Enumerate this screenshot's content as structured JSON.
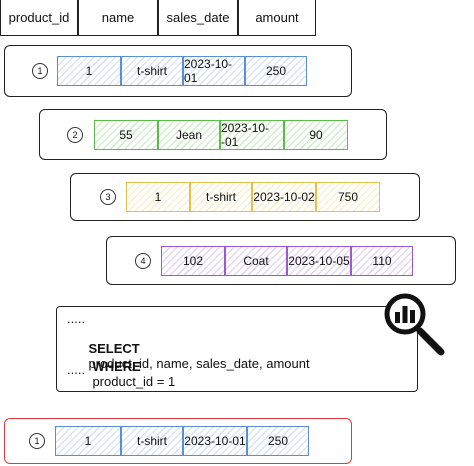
{
  "headers": [
    "product_id",
    "name",
    "sales_date",
    "amount"
  ],
  "rows": [
    {
      "number": "1",
      "color": "blue",
      "cells": [
        "1",
        "t-shirt",
        "2023-10-01",
        "250"
      ]
    },
    {
      "number": "2",
      "color": "green",
      "cells": [
        "55",
        "Jean",
        "2023-10--01",
        "90"
      ]
    },
    {
      "number": "3",
      "color": "yellow",
      "cells": [
        "1",
        "t-shirt",
        "2023-10-02",
        "750"
      ]
    },
    {
      "number": "4",
      "color": "purple",
      "cells": [
        "102",
        "Coat",
        "2023-10-05",
        "110"
      ]
    }
  ],
  "query": {
    "ellipsis_top": ".....",
    "select_kw": "SELECT",
    "select_cols": "product_id, name, sales_date, amount",
    "where_kw": "WHERE",
    "where_cond": "product_id = 1",
    "ellipsis_bottom": "....."
  },
  "result": {
    "number": "1",
    "color": "blue",
    "cells": [
      "1",
      "t-shirt",
      "2023-10-01",
      "250"
    ]
  },
  "colors": {
    "blue": "#5a8ed6",
    "green": "#5fba4c",
    "yellow": "#e6c14a",
    "purple": "#9b59d0",
    "result_border": "#e0393e"
  },
  "icon": "search-analytics-icon"
}
